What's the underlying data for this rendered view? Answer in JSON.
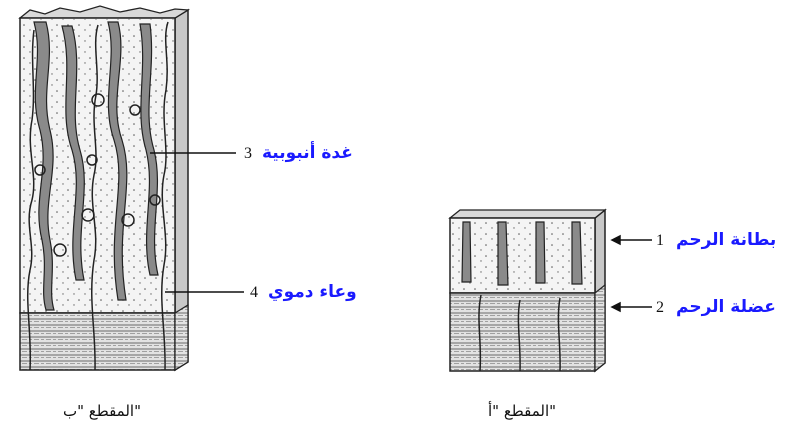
{
  "labels": [
    {
      "number": "1",
      "text": "بطانة الرحم"
    },
    {
      "number": "2",
      "text": "عضلة الرحم"
    },
    {
      "number": "3",
      "text": "غدة أنبوبية"
    },
    {
      "number": "4",
      "text": "وعاء دموي"
    }
  ],
  "captions": {
    "section_b": "المقطع \"ب\"",
    "section_a": "المقطع \"أ\""
  },
  "colors": {
    "label_text": "#1a1aff",
    "line": "#111111",
    "gland_fill": "#8a8a8a",
    "background": "#ffffff"
  }
}
